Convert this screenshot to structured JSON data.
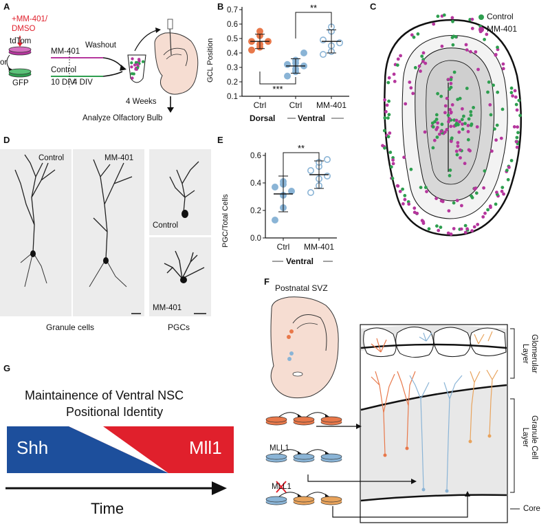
{
  "colors": {
    "orange": "#e8784a",
    "blue": "#8ab4d6",
    "green": "#2e9e4f",
    "magenta": "#b5369d",
    "red_accent": "#e0202c",
    "shh_blue": "#1d4f9c",
    "mll_red": "#e0202c",
    "tissue": "#f6ddd2"
  },
  "panelA": {
    "letter": "A",
    "treatment": "+MM-401/\nDMSO",
    "tdtom": "tdTom",
    "or": "or",
    "gfp": "GFP",
    "mm401": "MM-401",
    "washout": "Washout",
    "control": "Control",
    "div10": "10 DIV",
    "div4": "4 DIV",
    "weeks": "4 Weeks",
    "analyze": "Analyze Olfactory Bulb"
  },
  "panelB": {
    "letter": "B",
    "ylabel": "GCL Position",
    "yticks": [
      "0.1",
      "0.2",
      "0.3",
      "0.4",
      "0.5",
      "0.6",
      "0.7"
    ],
    "xticks": [
      "Ctrl",
      "Ctrl",
      "MM-401"
    ],
    "group_dorsal": "Dorsal",
    "group_ventral": "Ventral",
    "sig_top": "**",
    "sig_bottom": "***"
  },
  "panelC": {
    "letter": "C",
    "legend_control": "Control",
    "legend_mm401": "MM-401"
  },
  "panelD": {
    "letter": "D",
    "control": "Control",
    "mm401": "MM-401",
    "pgc_control": "Control",
    "pgc_mm401": "MM-401",
    "granule_caption": "Granule cells",
    "pgc_caption": "PGCs"
  },
  "panelE": {
    "letter": "E",
    "ylabel": "PGC/Total Cells",
    "yticks": [
      "0.0",
      "0.2",
      "0.4",
      "0.6"
    ],
    "xticks": [
      "Ctrl",
      "MM-401"
    ],
    "group_ventral": "Ventral",
    "sig": "**"
  },
  "panelF": {
    "letter": "F",
    "svz": "Postnatal SVZ",
    "mll1": "MLL1",
    "mll1_crossed": "MLL1",
    "glomerular": "Glomerular\nLayer",
    "granule_layer": "Granule Cell\nLayer",
    "core": "Core"
  },
  "panelG": {
    "letter": "G",
    "title_line1": "Maintainence of Ventral NSC",
    "title_line2": "Positional Identity",
    "shh": "Shh",
    "mll1": "Mll1",
    "time": "Time"
  },
  "chart_data": [
    {
      "type": "scatter",
      "panel": "B",
      "ylabel": "GCL Position",
      "ylim": [
        0.1,
        0.7
      ],
      "categories": [
        "Ctrl",
        "Ctrl",
        "MM-401"
      ],
      "groups": [
        "Dorsal",
        "Ventral",
        "Ventral"
      ],
      "series": [
        {
          "values": [
            0.42,
            0.44,
            0.46,
            0.48,
            0.48,
            0.52,
            0.55
          ],
          "mean": 0.48,
          "sd": 0.05
        },
        {
          "values": [
            0.24,
            0.27,
            0.29,
            0.31,
            0.32,
            0.33,
            0.35,
            0.4
          ],
          "mean": 0.31,
          "sd": 0.05
        },
        {
          "values": [
            0.39,
            0.41,
            0.45,
            0.47,
            0.49,
            0.55,
            0.58
          ],
          "mean": 0.48,
          "sd": 0.08
        }
      ]
    },
    {
      "type": "scatter",
      "panel": "E",
      "ylabel": "PGC/Total Cells",
      "ylim": [
        0.0,
        0.6
      ],
      "categories": [
        "Ctrl",
        "MM-401"
      ],
      "series": [
        {
          "values": [
            0.13,
            0.22,
            0.31,
            0.34,
            0.37,
            0.39,
            0.41
          ],
          "mean": 0.32,
          "sd": 0.13
        },
        {
          "values": [
            0.33,
            0.38,
            0.43,
            0.45,
            0.49,
            0.52,
            0.55,
            0.57
          ],
          "mean": 0.46,
          "sd": 0.1
        }
      ]
    }
  ]
}
